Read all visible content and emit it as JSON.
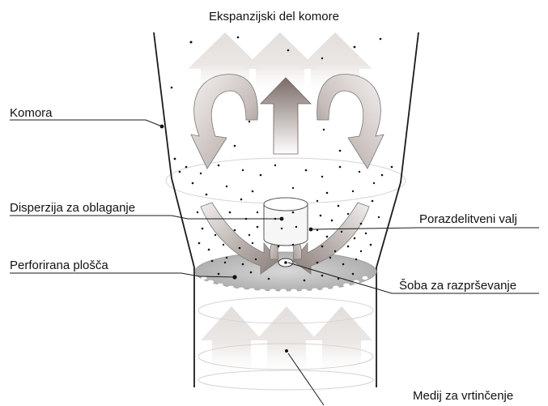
{
  "diagram": {
    "title": "Ekspanzijski del komore",
    "labels": {
      "komora": "Komora",
      "disperzija": "Disperzija za oblaganje",
      "perforirana": "Perforirana plošča",
      "porazdelitveni": "Porazdelitveni valj",
      "soba": "Šoba za razprševanje",
      "medij": "Medij za vrtinčenje"
    },
    "colors": {
      "outline": "#1a1a1a",
      "arrow_light": "#e9e5e3",
      "arrow_dark": "#7a6b66",
      "plate": "#bdbdbd",
      "particle": "#111111"
    },
    "icons": [
      "wall-outline",
      "up-arrow",
      "curved-arrow",
      "particle-dot",
      "distribution-cylinder",
      "perforated-plate",
      "spray-nozzle"
    ]
  }
}
